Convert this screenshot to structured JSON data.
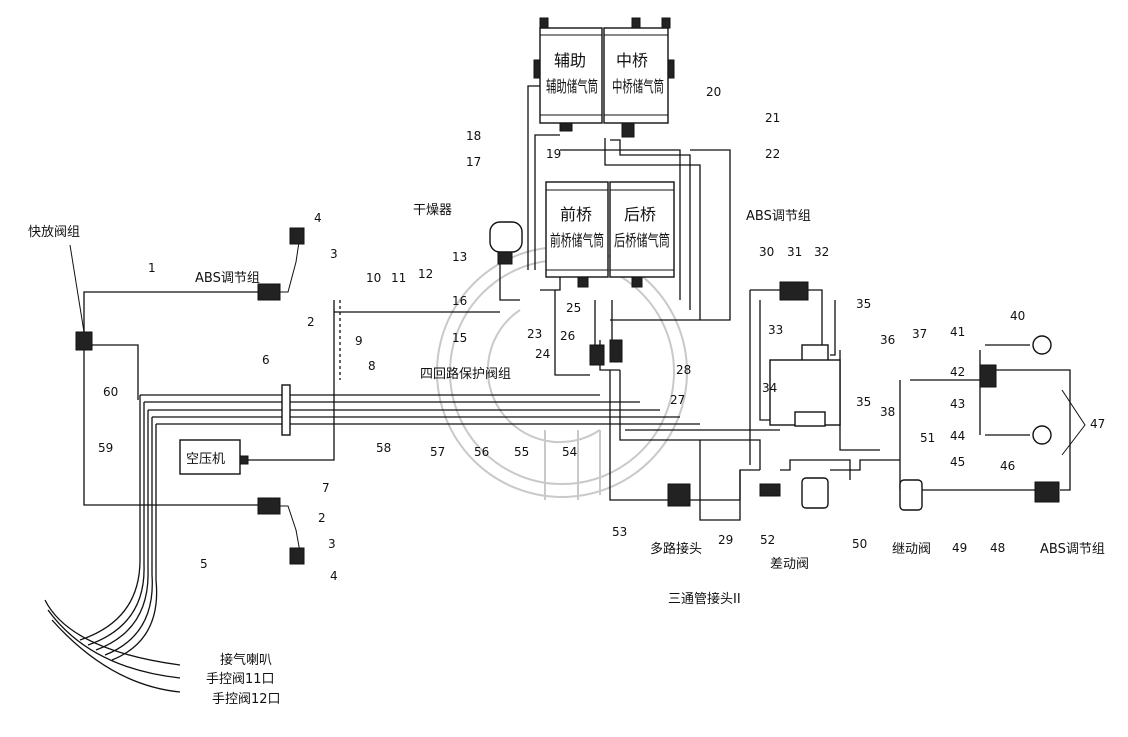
{
  "labels": {
    "quick_release_valve": "快放阀组",
    "abs_group_left": "ABS调节组",
    "abs_group_center": "ABS调节组",
    "abs_group_right": "ABS调节组",
    "dryer": "干燥器",
    "aux_tank": "辅助储气筒",
    "mid_axle_tank": "中桥储气筒",
    "front_axle_tank": "前桥储气筒",
    "rear_axle_tank": "后桥储气筒",
    "four_circuit_valve": "四回路保护阀组",
    "compressor": "空压机",
    "air_horn": "接气喇叭",
    "hand_brake_11": "手控阀11口",
    "hand_brake_12": "手控阀12口",
    "multi_connector": "多路接头",
    "tee_connector": "三通管接头II",
    "diff_valve": "差动阀",
    "relay_valve": "继动阀"
  },
  "numbers": {
    "n1": "1",
    "n2a": "2",
    "n2b": "2",
    "n3a": "3",
    "n3b": "3",
    "n4a": "4",
    "n4b": "4",
    "n5": "5",
    "n6": "6",
    "n7": "7",
    "n8": "8",
    "n9": "9",
    "n10": "10",
    "n11": "11",
    "n12": "12",
    "n13": "13",
    "n15": "15",
    "n16": "16",
    "n17": "17",
    "n18": "18",
    "n19": "19",
    "n20": "20",
    "n21": "21",
    "n22": "22",
    "n23": "23",
    "n24": "24",
    "n25": "25",
    "n26": "26",
    "n27": "27",
    "n28": "28",
    "n29": "29",
    "n30": "30",
    "n31": "31",
    "n32": "32",
    "n33": "33",
    "n34": "34",
    "n35a": "35",
    "n35b": "35",
    "n36": "36",
    "n37": "37",
    "n38": "38",
    "n40": "40",
    "n41": "41",
    "n42": "42",
    "n43": "43",
    "n44": "44",
    "n45": "45",
    "n46": "46",
    "n47": "47",
    "n48": "48",
    "n49": "49",
    "n50": "50",
    "n51": "51",
    "n52": "52",
    "n53": "53",
    "n54": "54",
    "n55": "55",
    "n56": "56",
    "n57": "57",
    "n58": "58",
    "n59": "59",
    "n60": "60"
  }
}
